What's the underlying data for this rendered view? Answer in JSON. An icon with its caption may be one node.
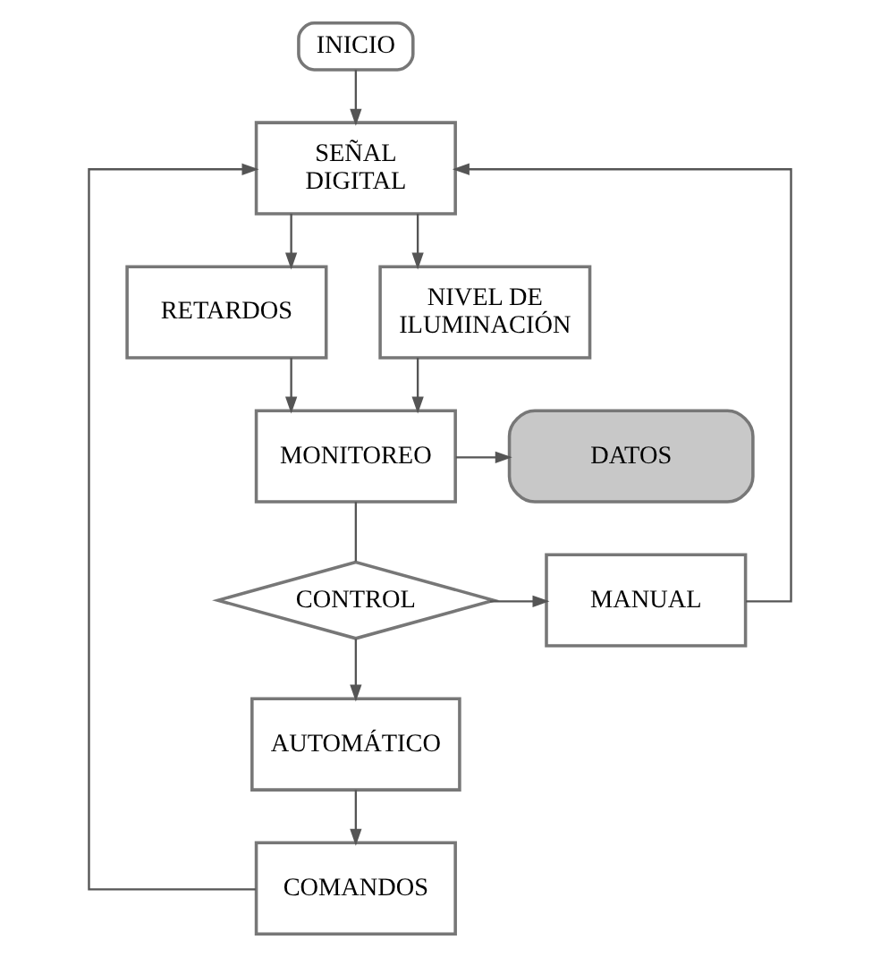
{
  "diagram": {
    "nodes": [
      {
        "text": [
          "INICIO"
        ]
      },
      {
        "text": [
          "SEÑAL DIGITAL"
        ]
      },
      {
        "text": [
          "RETARDOS"
        ]
      },
      {
        "text": [
          "NIVEL DE ILUMINACIÓN"
        ]
      },
      {
        "text": [
          "MONITOREO"
        ]
      },
      {
        "text": [
          "DATOS"
        ]
      },
      {
        "text": [
          "CONTROL"
        ]
      },
      {
        "text": [
          "MANUAL"
        ]
      },
      {
        "text": [
          "AUTOMÁTICO"
        ]
      },
      {
        "text": [
          "COMANDOS"
        ]
      }
    ],
    "edges": [
      {
        "from": 0,
        "to": 1,
        "arrow": "to"
      },
      {
        "from": 1,
        "to": 2,
        "arrow": "to"
      },
      {
        "from": 1,
        "to": 3,
        "arrow": "to"
      },
      {
        "from": 2,
        "to": 4,
        "arrow": "to"
      },
      {
        "from": 3,
        "to": 4,
        "arrow": "to"
      },
      {
        "from": 4,
        "to": 5,
        "arrow": "to"
      },
      {
        "from": 4,
        "to": 6,
        "arrow": "none"
      },
      {
        "from": 6,
        "to": 7,
        "arrow": "to"
      },
      {
        "from": 6,
        "to": 8,
        "arrow": "to"
      },
      {
        "from": 8,
        "to": 9,
        "arrow": "to"
      },
      {
        "from": 9,
        "to": 1,
        "arrow": "to"
      },
      {
        "from": 7,
        "to": 1,
        "arrow": "to"
      }
    ]
  }
}
